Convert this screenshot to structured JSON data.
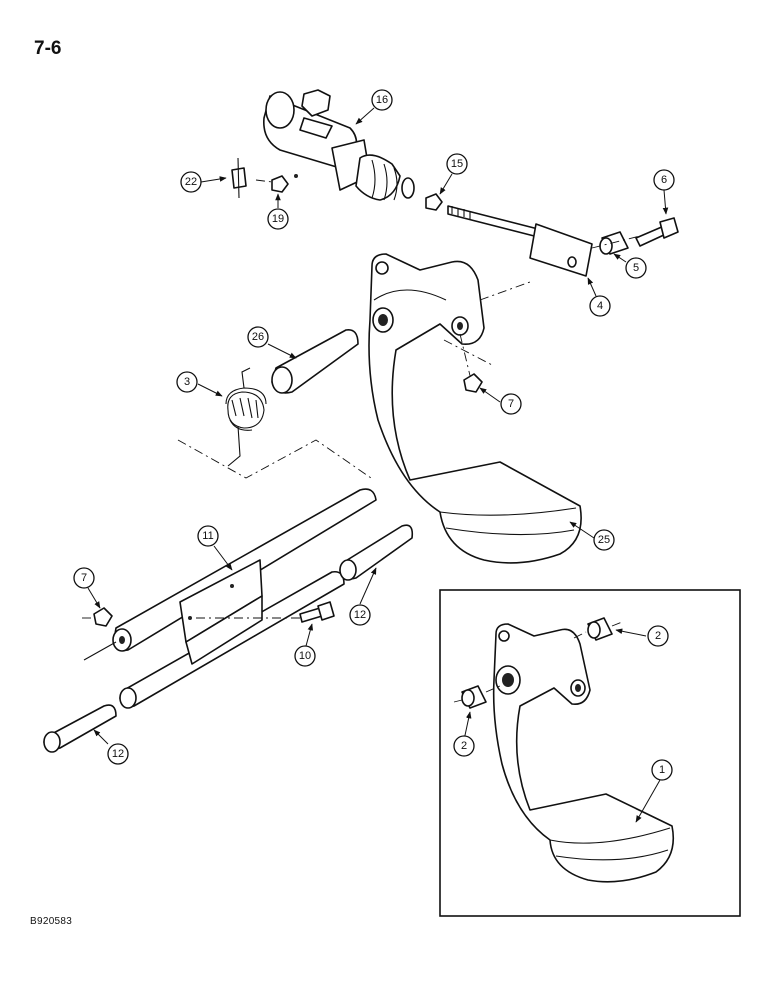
{
  "page": {
    "number": "7-6",
    "figure_id": "B920583"
  },
  "callouts": [
    "16",
    "22",
    "19",
    "15",
    "6",
    "5",
    "4",
    "26",
    "3",
    "7",
    "25",
    "11",
    "7",
    "12",
    "10",
    "12",
    "2",
    "2",
    "1"
  ]
}
